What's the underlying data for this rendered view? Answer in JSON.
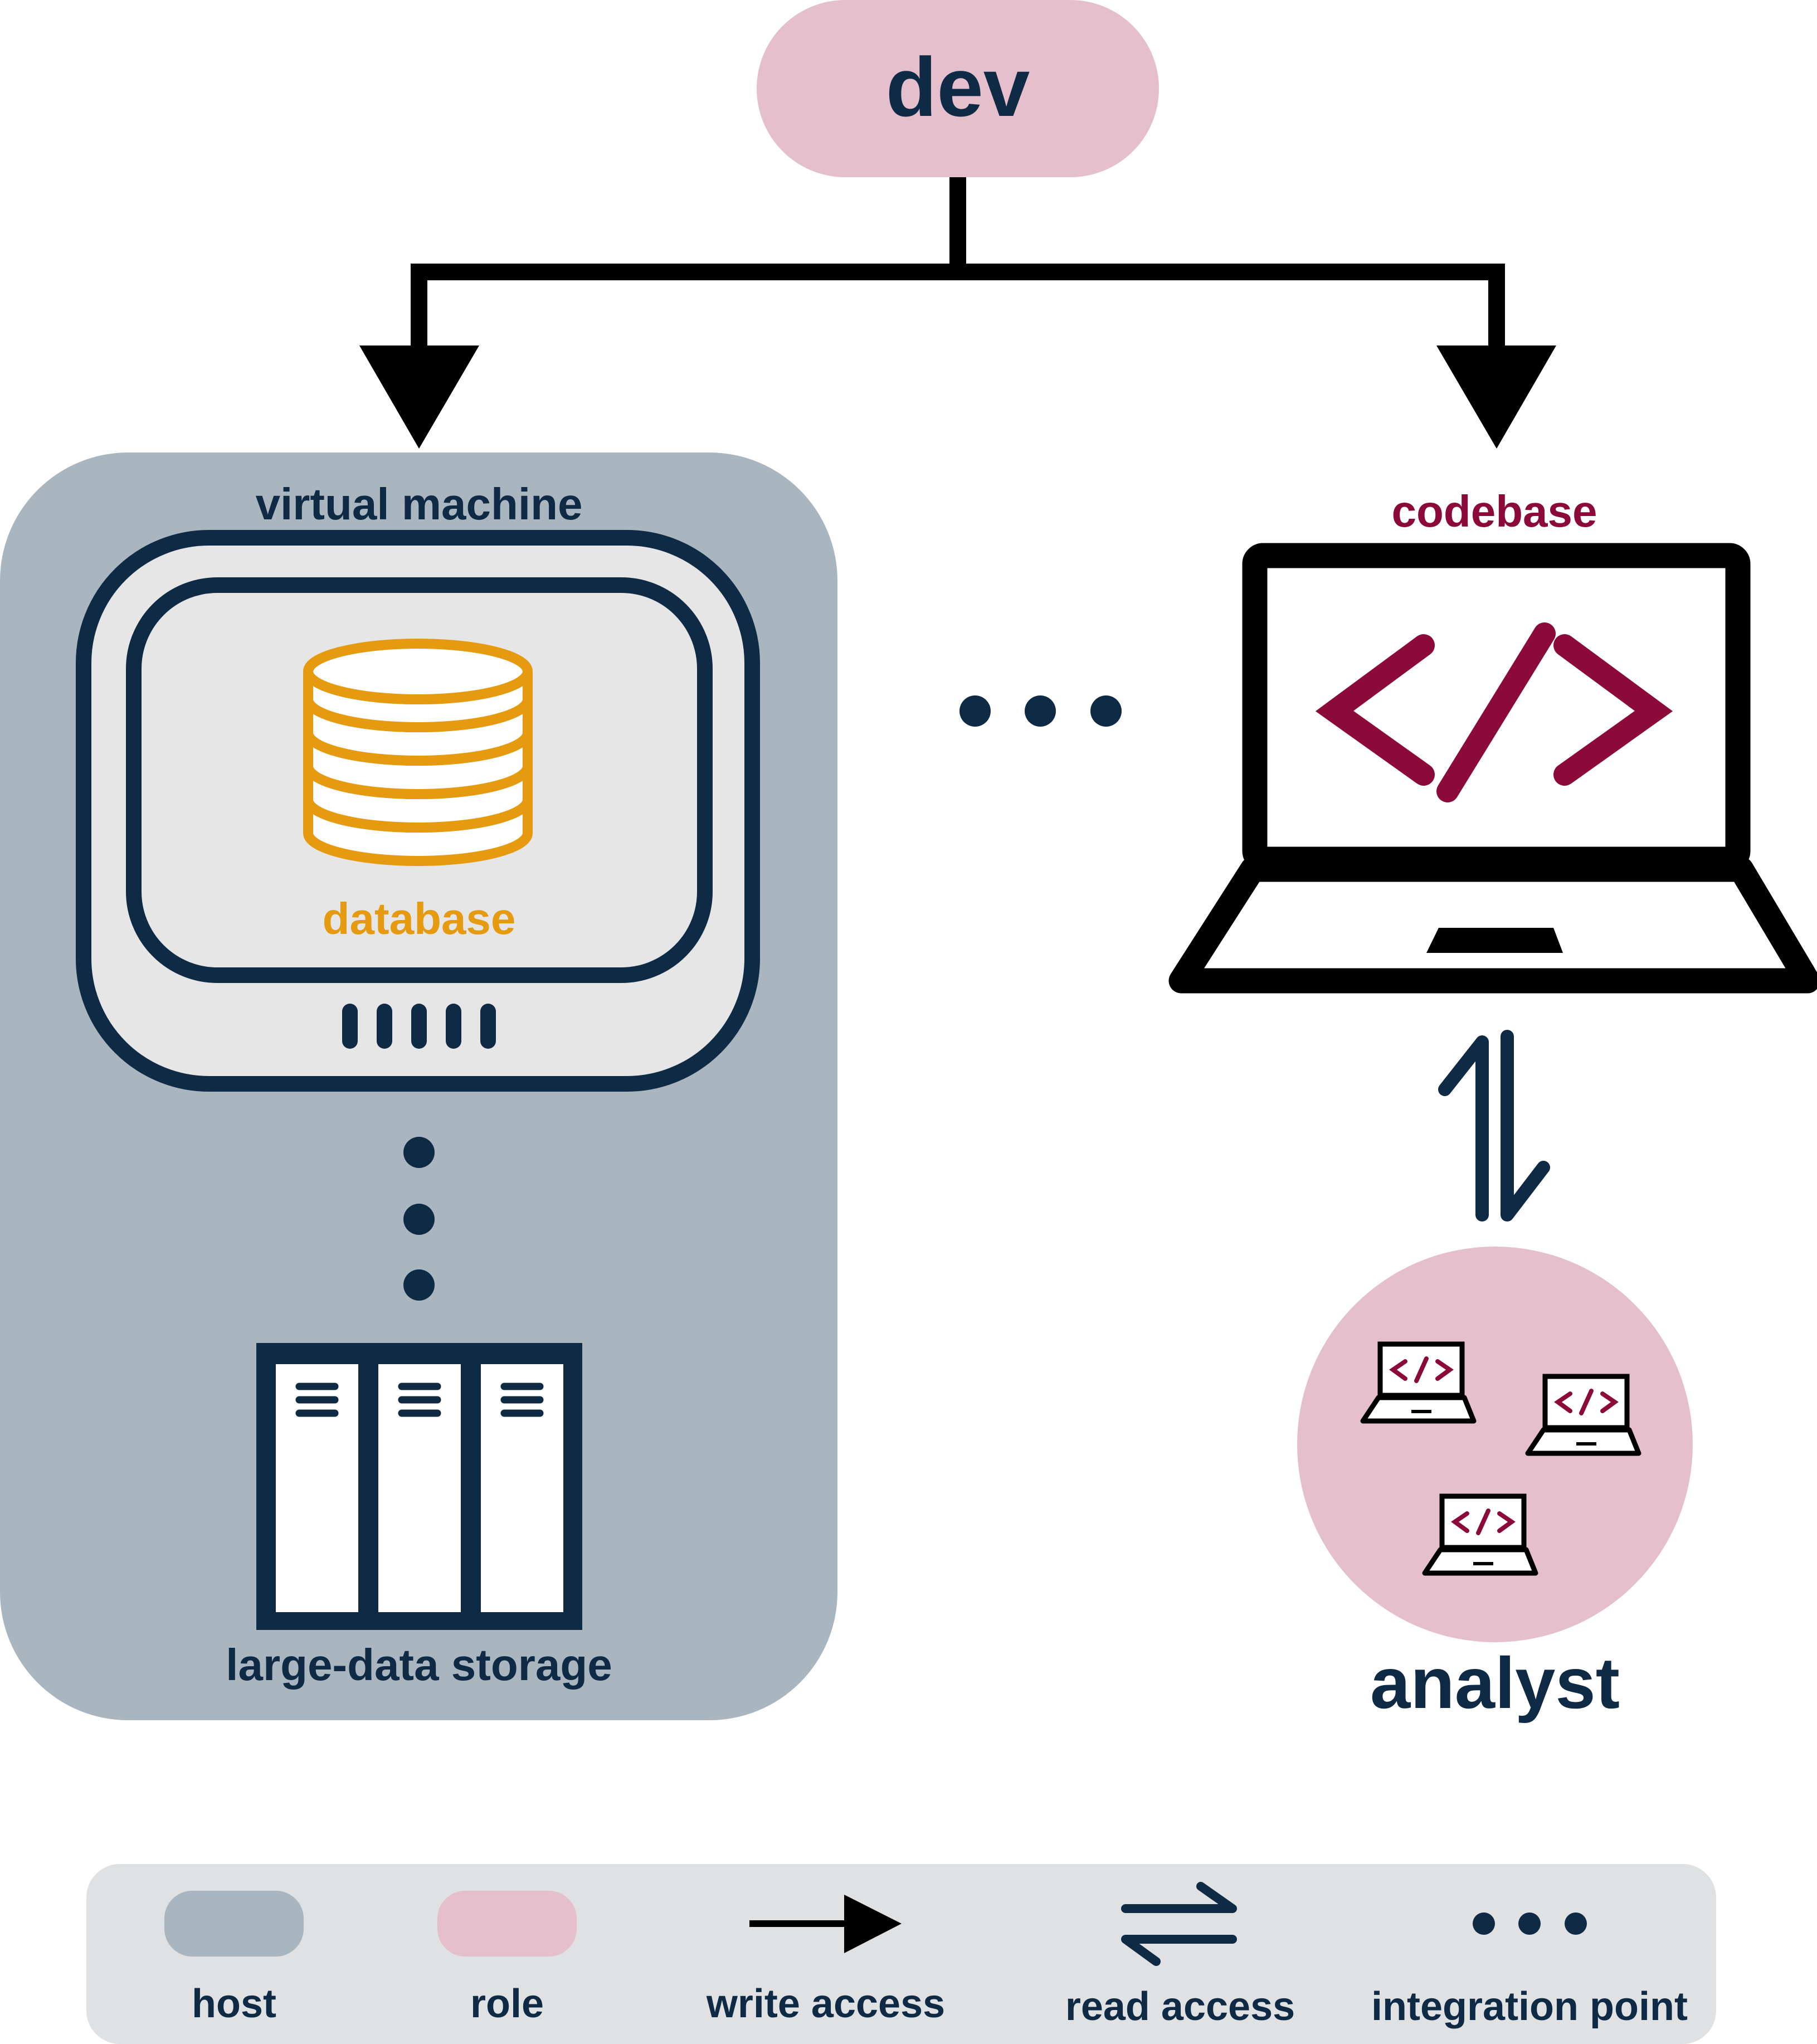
{
  "labels": {
    "dev": "dev",
    "virtual_machine": "virtual machine",
    "database": "database",
    "large_data_storage": "large-data storage",
    "codebase": "codebase",
    "analyst": "analyst"
  },
  "legend": {
    "host": "host",
    "role": "role",
    "write_access": "write access",
    "read_access": "read access",
    "integration_point": "integration point"
  },
  "colors": {
    "navy": "#0f2a45",
    "host_gray": "#a9b6bf",
    "role_pink": "#e5bfcb",
    "database_orange": "#e59a10",
    "code_maroon": "#8b0a3a",
    "screen_gray": "#e6e6e6",
    "legend_bg": "#dfe1e3"
  },
  "icons": [
    "database-icon",
    "server-icon",
    "laptop-code-icon",
    "bidirectional-arrow-icon",
    "write-arrow-icon",
    "read-arrows-icon"
  ]
}
